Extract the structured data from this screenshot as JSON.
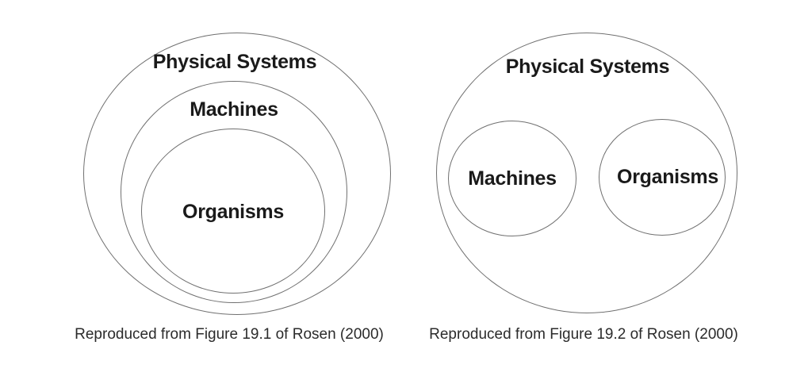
{
  "colors": {
    "background": "#ffffff",
    "ellipse_stroke": "#707070",
    "label_text": "#1a1a1a",
    "caption_text": "#2b2b2b"
  },
  "diagram_left": {
    "type": "euler-nested",
    "sets": [
      {
        "name": "Physical Systems",
        "contains": "Machines"
      },
      {
        "name": "Machines",
        "contains": "Organisms"
      },
      {
        "name": "Organisms",
        "contains": null
      }
    ],
    "outer_label": "Physical Systems",
    "middle_label": "Machines",
    "inner_label": "Organisms",
    "caption": "Reproduced from Figure 19.1 of Rosen (2000)"
  },
  "diagram_right": {
    "type": "euler-disjoint",
    "sets": [
      {
        "name": "Physical Systems",
        "contains": "Machines, Organisms (disjoint)"
      },
      {
        "name": "Machines",
        "contains": null
      },
      {
        "name": "Organisms",
        "contains": null
      }
    ],
    "outer_label": "Physical Systems",
    "left_label": "Machines",
    "right_label": "Organisms",
    "caption": "Reproduced from Figure 19.2 of Rosen (2000)"
  }
}
